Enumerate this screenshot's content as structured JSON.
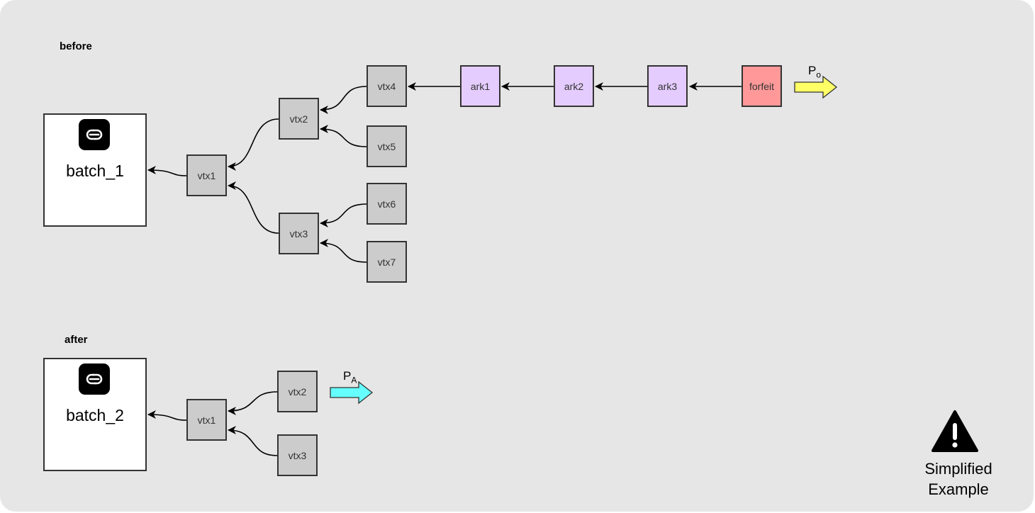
{
  "diagram": {
    "before": {
      "label": "before",
      "batch_label": "batch_1",
      "nodes": {
        "vtx1": "vtx1",
        "vtx2": "vtx2",
        "vtx3": "vtx3",
        "vtx4": "vtx4",
        "vtx5": "vtx5",
        "vtx6": "vtx6",
        "vtx7": "vtx7",
        "ark1": "ark1",
        "ark2": "ark2",
        "ark3": "ark3",
        "forfeit": "forfeit"
      },
      "output": {
        "letter": "P",
        "subscript": "o",
        "color": "#ffff66"
      }
    },
    "after": {
      "label": "after",
      "batch_label": "batch_2",
      "nodes": {
        "vtx1": "vtx1",
        "vtx2": "vtx2",
        "vtx3": "vtx3"
      },
      "output": {
        "letter": "P",
        "subscript": "A",
        "color": "#66ffff"
      }
    },
    "warning": {
      "line1": "Simplified",
      "line2": "Example",
      "icon": "warning-triangle-icon"
    },
    "colors": {
      "vtx": "#cccccc",
      "ark": "#e5ccff",
      "forfeit": "#ff9999",
      "background": "#e6e6e6",
      "logo": "#000000"
    }
  }
}
